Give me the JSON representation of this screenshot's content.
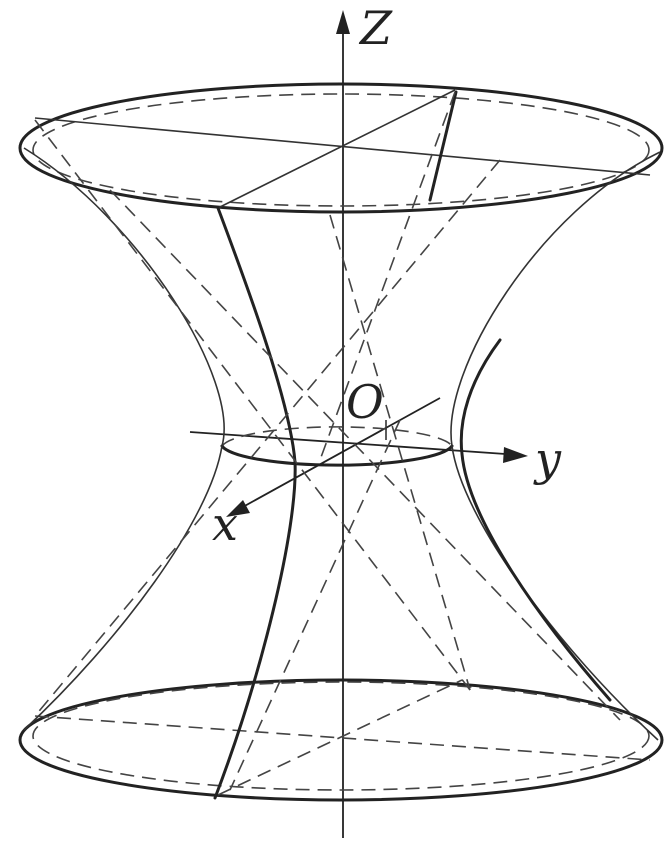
{
  "figure": {
    "axes": {
      "z_label": "Z",
      "y_label": "y",
      "x_label": "x",
      "origin_label": "O"
    }
  }
}
